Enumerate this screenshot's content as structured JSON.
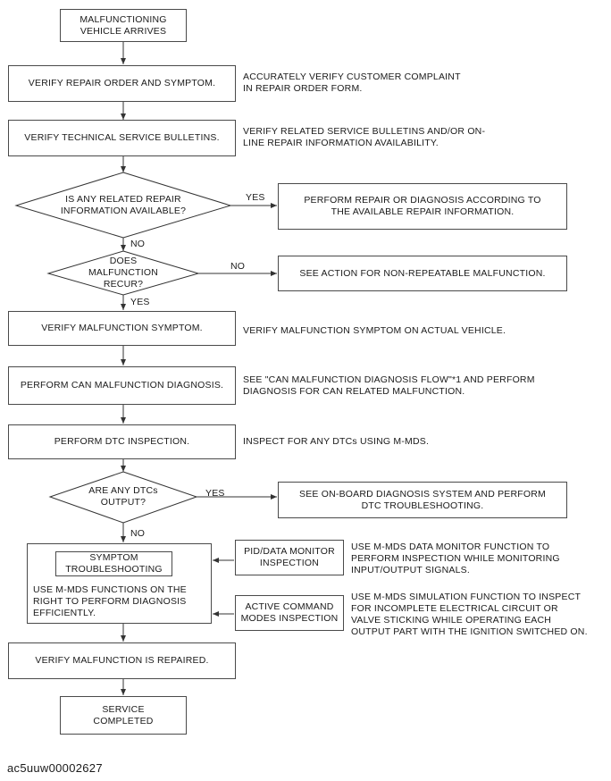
{
  "nodes": {
    "start": "MALFUNCTIONING\nVEHICLE ARRIVES",
    "verify_repair_order": "VERIFY REPAIR ORDER AND SYMPTOM.",
    "verify_tsb": "VERIFY TECHNICAL SERVICE BULLETINS.",
    "decision_repair_info": "IS ANY RELATED REPAIR\nINFORMATION AVAILABLE?",
    "perform_repair": "PERFORM REPAIR OR DIAGNOSIS ACCORDING TO\nTHE AVAILABLE REPAIR INFORMATION.",
    "decision_recur": "DOES\nMALFUNCTION\nRECUR?",
    "non_repeatable": "SEE ACTION FOR NON-REPEATABLE MALFUNCTION.",
    "verify_symptom": "VERIFY MALFUNCTION SYMPTOM.",
    "can_diagnosis": "PERFORM CAN MALFUNCTION DIAGNOSIS.",
    "dtc_inspection": "PERFORM DTC INSPECTION.",
    "decision_dtc": "ARE ANY DTCs\nOUTPUT?",
    "obd_system": "SEE ON-BOARD DIAGNOSIS SYSTEM AND PERFORM\nDTC TROUBLESHOOTING.",
    "symptom_troubleshooting": "SYMPTOM\nTROUBLESHOOTING",
    "symptom_body": "USE M-MDS FUNCTIONS ON THE\nRIGHT TO PERFORM DIAGNOSIS\nEFFICIENTLY.",
    "pid_monitor": "PID/DATA MONITOR\nINSPECTION",
    "active_command": "ACTIVE COMMAND\nMODES INSPECTION",
    "verify_repaired": "VERIFY MALFUNCTION IS REPAIRED.",
    "end": "SERVICE\nCOMPLETED"
  },
  "notes": {
    "repair_order": "ACCURATELY VERIFY CUSTOMER COMPLAINT\nIN REPAIR ORDER FORM.",
    "tsb": "VERIFY RELATED SERVICE BULLETINS AND/OR ON-\nLINE REPAIR INFORMATION AVAILABILITY.",
    "verify_symptom": "VERIFY MALFUNCTION SYMPTOM ON ACTUAL VEHICLE.",
    "can_diagnosis": "SEE \"CAN MALFUNCTION DIAGNOSIS FLOW\"*1 AND PERFORM\nDIAGNOSIS FOR CAN RELATED MALFUNCTION.",
    "dtc_inspection": "INSPECT FOR ANY DTCs USING M-MDS.",
    "pid_monitor": "USE M-MDS DATA MONITOR FUNCTION TO\nPERFORM INSPECTION WHILE MONITORING\nINPUT/OUTPUT SIGNALS.",
    "active_command": "USE M-MDS SIMULATION FUNCTION TO INSPECT\nFOR INCOMPLETE ELECTRICAL CIRCUIT OR\nVALVE STICKING WHILE OPERATING EACH\nOUTPUT PART WITH THE IGNITION SWITCHED ON."
  },
  "labels": {
    "yes": "YES",
    "no": "NO"
  },
  "caption": "ac5uuw00002627"
}
